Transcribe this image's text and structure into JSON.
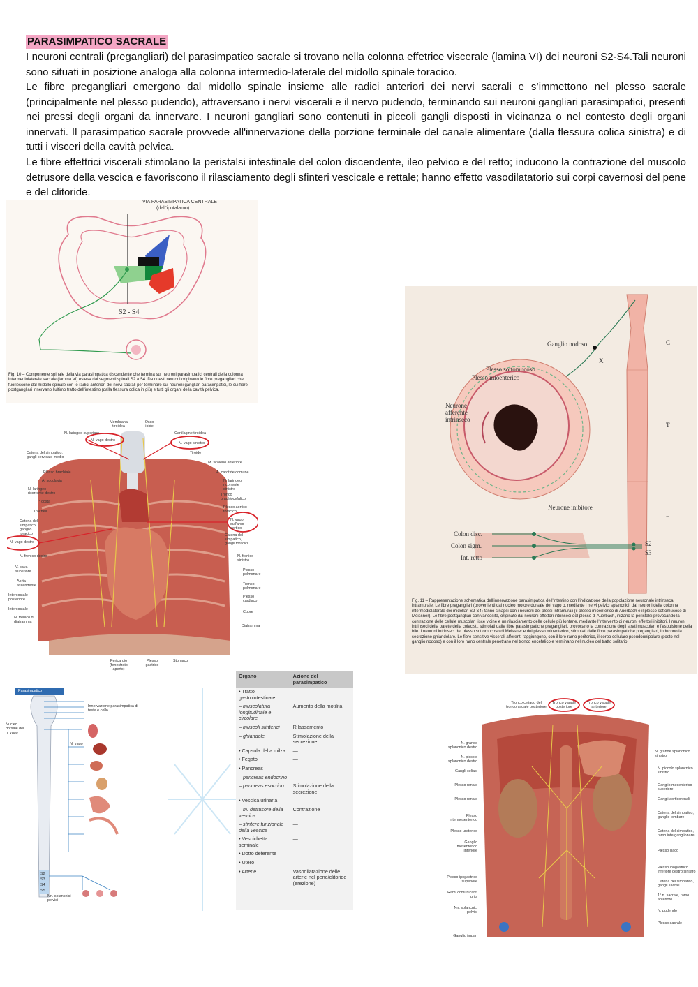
{
  "heading": "PARASIMPATICO SACRALE",
  "paragraphs": [
    "I neuroni centrali (pregangliari) del parasimpatico sacrale si trovano nella colonna effetrice viscerale (lamina VI) dei neuroni S2-S4.Tali neuroni sono situati in posizione analoga alla colonna intermedio-laterale del midollo spinale toracico.",
    "Le fibre pregangliari emergono dal midollo spinale insieme alle radici anteriori dei nervi sacrali e s’immettono nel plesso sacrale (principalmente nel plesso pudendo), attraversano i nervi viscerali e il nervo pudendo, terminando sui neuroni gangliari parasimpatici, presenti nei pressi degli organi da innervare. I neuroni gangliari sono contenuti in piccoli gangli disposti in vicinanza o nel contesto degli organi innervati. Il parasimpatico sacrale provvede all'innervazione della porzione terminale del canale alimentare (dalla flessura colica sinistra) e di tutti i visceri della cavità pelvica.",
    "Le fibre effettrici viscerali stimolano la peristalsi intestinale del colon discendente, ileo pelvico e del retto; inducono la contrazione del muscolo detrusore della vescica e favoriscono il rilasciamento degli sfinteri vescicale e rettale; hanno effetto vasodilatatorio sui corpi cavernosi del pene e del clitoride."
  ],
  "fig10": {
    "header_line1": "VIA PARASIMPATICA CENTRALE",
    "header_line2": "(dall'ipotalamo)",
    "segment_label": "S2 - S4",
    "caption": "Fig. 10 – Componente spinale della via parasimpatica discendente che termina sui neuroni parasimpatici centrali della colonna intermediolaterale sacrale (lamina VI) estesa dai segmenti spinali S2 a S4. Da questi neuroni originano le fibre pregangliari che fuoriescono dal midollo spinale con le radici anteriori dei nervi sacrali per terminare sui neuroni gangliari parasimpatici, le cui fibre postgangliari innervano l'ultimo tratto dell'intestino (dalla flessura colica in giù) e tutti gli organi della cavità pelvica."
  },
  "fig11": {
    "labels": {
      "ganglio": "Ganglio nodoso",
      "sottomucoso": "Plesso sottomucoso",
      "mioenterico": "Plesso mioenterico",
      "afferente": "Neurone afferente intrinseco",
      "inibitore": "Neurone inibitore",
      "x": "X",
      "c": "C",
      "t": "T",
      "l": "L",
      "colon_disc": "Colon disc.",
      "colon_sigm": "Colon sigm.",
      "int_retto": "Int. retto",
      "s2": "S2",
      "s3": "S3"
    },
    "caption": "Fig. 11 – Rappresentazione schematica dell'innervazione parasimpatica dell'intestino con l'indicazione della popolazione neuronale intrinseca intramurale. Le fibre pregangliari (provenienti dal nucleo motore dorsale del vago o, mediante i nervi pelvici splancnici, dai neuroni della colonna intermediolaterale dei midollari S2-S4) fanno sinapsi con i neuroni dei plessi intramurali (il plesso mioenterico di Auerbach e il plesso sottomucoso di Meissner). Le fibre postgangliari con varicosità, originate dai neuroni effettori intrinseci del plesso di Auerbach, inizano la peristalsi provocando la contrazione delle cellule muscolari lisce vicine e un rilasciamento delle cellule più lontane, mediante l'intervento di neuroni effettori inibitori. I neuroni intrinseci della parete della colecisti, stimolati dalle fibre parasimpatiche pregangliari, provocano la contrazione degli strati muscolari e l'espulsione della bile. I neuroni intrinseci del plesso sottomucoso di Meissner e del plesso mioenterico, stimolati dalle fibre parasimpatiche pregangliari, inducono la secrezione ghiandolare. Le fibre sensitive viscerali afferenti raggiungono, con il loro ramo periferico, il corpo cellulare pseudounipolare (posto nel ganglio nodoso) e con il loro ramo centrale penetrano nel tronco encefalico e terminano nel nucleo del tratto solitario."
  },
  "thorax": {
    "left": [
      "N. laringeo superiore",
      "N. vago destro",
      "Catena del simpatico, gangli cervicale medio",
      "Plesso brachiale",
      "A. succlavia",
      "N. laringeo ricorrente destro",
      "I° costa",
      "Trachea",
      "Catena del simpatico, ganglio toracico",
      "N. vago destro",
      "N. frenico destro",
      "V. cava superiore",
      "Aorta ascendente",
      "Intercostale posteriore",
      "Intercostale",
      "N. frenico di diaframma"
    ],
    "right": [
      "Cartilagine tiroidea",
      "N. vago sinistro",
      "Tiroide",
      "M. scaleno anteriore",
      "A. carotide comune",
      "N. laringeo ricorrente sinistro",
      "Tronco brachiocefalico",
      "Plesso aortico toracico",
      "N. vago sull'arco aortico",
      "Catena del simpatico, gangli toracici",
      "N. frenico sinistro",
      "Plesso polmonare",
      "Tronco polmonare",
      "Plesso cardiaco",
      "Cuore",
      "Diaframma"
    ],
    "top": [
      "Membrana tiroidea",
      "Osso ioide"
    ],
    "bottom": [
      "Pericardio (fenestrato aperto)",
      "Plesso gastrico",
      "Stomaco"
    ]
  },
  "scheme": {
    "header": "Parasimpatico",
    "nucleus": "Nucleo dorsale del n. vago",
    "vagus": "N. vago",
    "top_label": "Innervazione parasimpatica di testa e collo",
    "segments": [
      "S2",
      "S3",
      "S4",
      "S5"
    ],
    "pelvic": "Nn. splancnici pelvici"
  },
  "table": {
    "headers": [
      "Organo",
      "Azione del parasimpatico"
    ],
    "rows": [
      [
        "• Tratto gastrointestinale",
        ""
      ],
      [
        "– muscolatura longitudinale e circolare",
        "Aumento della motilità"
      ],
      [
        "– muscoli sfinterici",
        "Rilassamento"
      ],
      [
        "– ghiandole",
        "Stimolazione della secrezione"
      ],
      [
        "• Capsula della milza",
        "—"
      ],
      [
        "• Fegato",
        "—"
      ],
      [
        "• Pancreas",
        ""
      ],
      [
        "– pancreas endocrino",
        "—"
      ],
      [
        "– pancreas esocrino",
        "Stimolazione della secrezione"
      ],
      [
        "• Vescica urinaria",
        ""
      ],
      [
        "– m. detrusore della vescica",
        "Contrazione"
      ],
      [
        "– sfintere funzionale della vescica",
        "—"
      ],
      [
        "• Vescichetta seminale",
        "—"
      ],
      [
        "• Dotto deferente",
        "—"
      ],
      [
        "• Utero",
        "—"
      ],
      [
        "• Arterie",
        "Vasodilatazione delle arterie nel pene/clitoride (erezione)"
      ]
    ]
  },
  "abdomen": {
    "top": [
      "Tronco celiaco del tronco vagale posteriore",
      "Tronco vagale posteriore",
      "Tronco vagale anteriore"
    ],
    "left": [
      "N. grande splancnico destro",
      "N. piccolo splancnico destro",
      "Gangli celiaci",
      "Plesso renale",
      "Plesso renale",
      "Plesso intermesenterico",
      "Plesso ureterico",
      "Ganglio mesenterico inferiore",
      "Plesso ipogastrico superiore",
      "Rami comunicanti grigi",
      "Nn. splancnici pelvici",
      "Ganglio impari"
    ],
    "right": [
      "N. grande splancnico sinistro",
      "N. piccolo splancnico sinistro",
      "Ganglio mesenterico superiore",
      "Gangli aorticorenali",
      "Catena del simpatico, ganglio lombare",
      "Catena del simpatico, ramo interganglionare",
      "Plesso iliaco",
      "Plesso ipogastrico inferiore destro/sinistro",
      "Catena del simpatico, gangli sacrali",
      "1° n. sacrale, ramo anteriore",
      "N. pudendo",
      "Plesso sacrale"
    ]
  }
}
